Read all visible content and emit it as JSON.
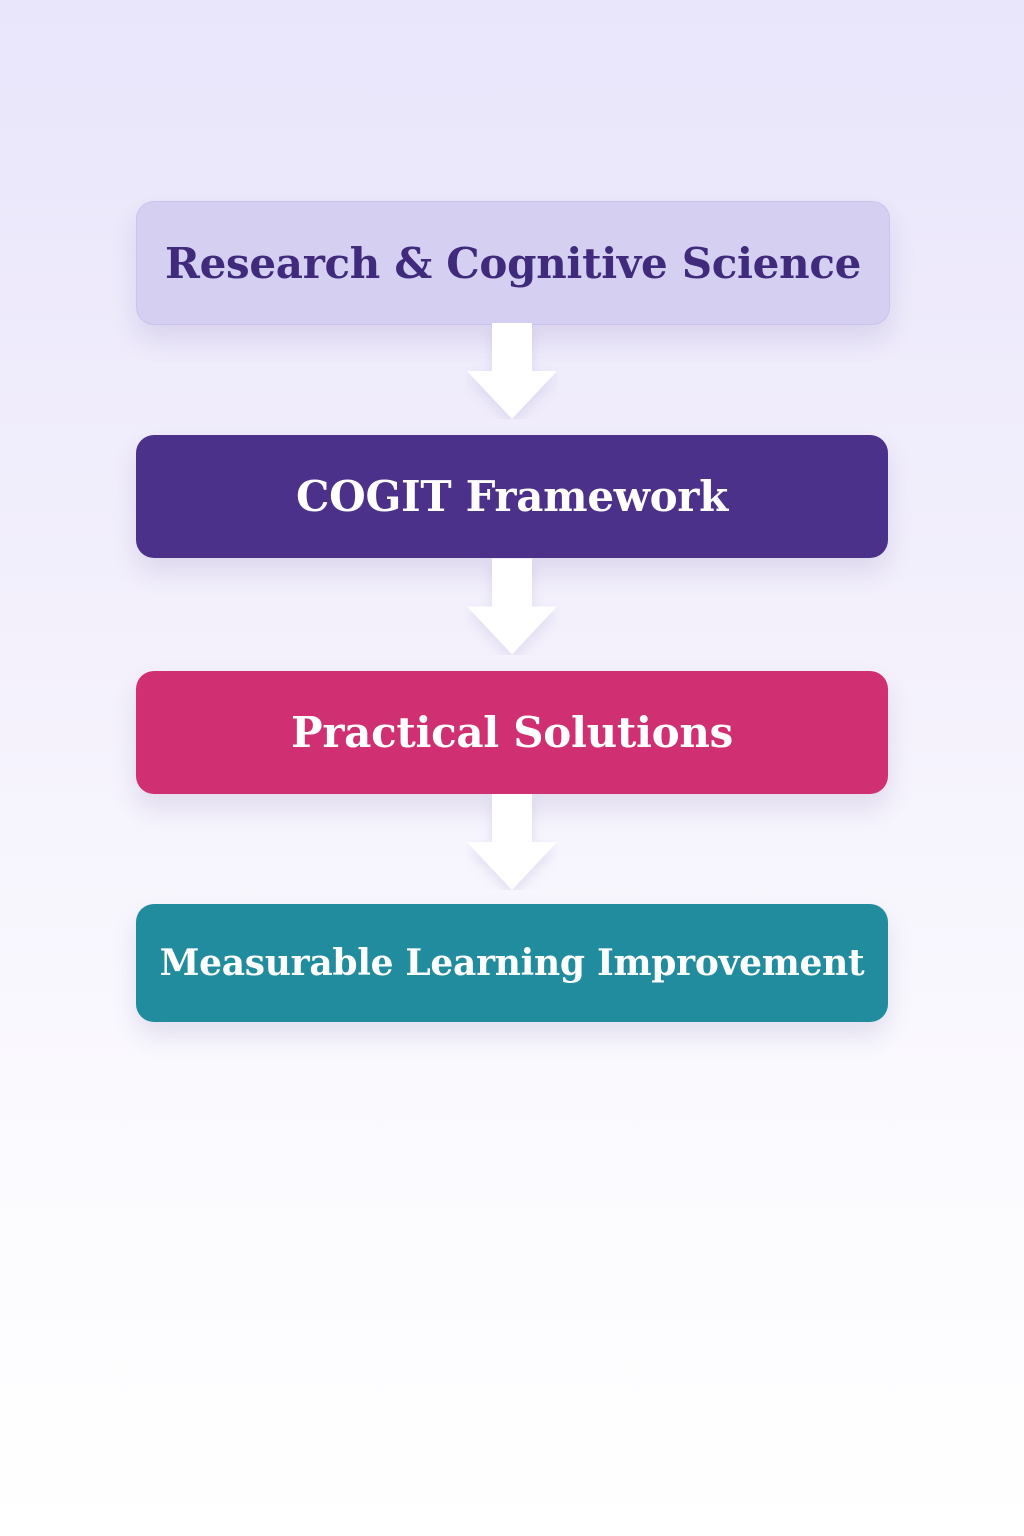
{
  "steps": [
    {
      "label": "Research & Cognitive Science",
      "bg": "#d5cff2",
      "fg": "#3f2a7c"
    },
    {
      "label": "COGIT Framework",
      "bg": "#4b3189",
      "fg": "#ffffff"
    },
    {
      "label": "Practical Solutions",
      "bg": "#d03072",
      "fg": "#ffffff"
    },
    {
      "label": "Measurable Learning Improvement",
      "bg": "#218c9e",
      "fg": "#ffffff"
    }
  ]
}
